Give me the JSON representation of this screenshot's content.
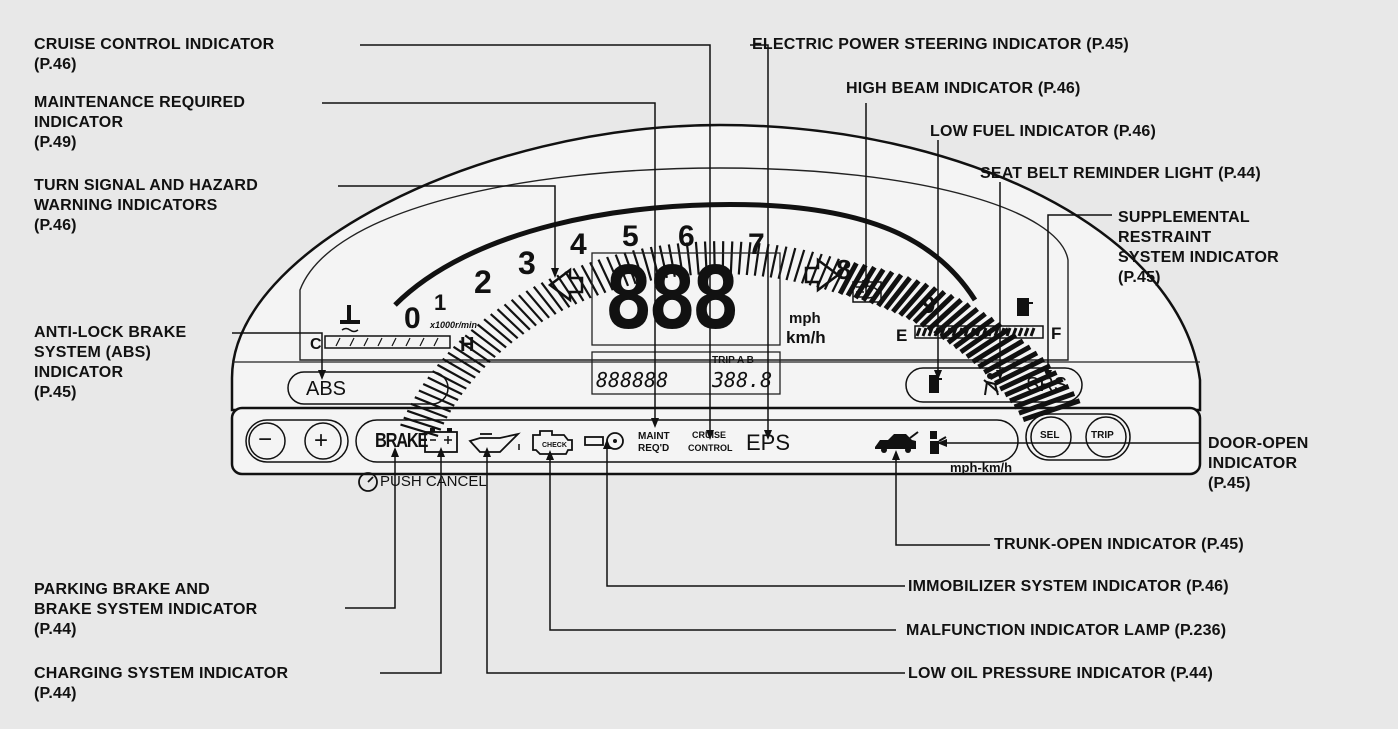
{
  "labels": {
    "cruise": {
      "lines": [
        "CRUISE CONTROL INDICATOR",
        "(P.46)"
      ]
    },
    "maint": {
      "lines": [
        "MAINTENANCE REQUIRED",
        "INDICATOR",
        "(P.49)"
      ]
    },
    "turn": {
      "lines": [
        "TURN SIGNAL AND HAZARD",
        "WARNING INDICATORS",
        "(P.46)"
      ]
    },
    "abs": {
      "lines": [
        "ANTI-LOCK BRAKE",
        "SYSTEM (ABS)",
        "INDICATOR",
        "(P.45)"
      ]
    },
    "eps": {
      "lines": [
        "ELECTRIC POWER STEERING INDICATOR (P.45)"
      ]
    },
    "highbeam": {
      "lines": [
        "HIGH BEAM INDICATOR (P.46)"
      ]
    },
    "lowfuel": {
      "lines": [
        "LOW FUEL INDICATOR (P.46)"
      ]
    },
    "seatbelt": {
      "lines": [
        "SEAT BELT REMINDER LIGHT (P.44)"
      ]
    },
    "srs": {
      "lines": [
        "SUPPLEMENTAL",
        "RESTRAINT",
        "SYSTEM INDICATOR",
        "(P.45)"
      ]
    },
    "door": {
      "lines": [
        "DOOR-OPEN",
        "INDICATOR",
        "(P.45)"
      ]
    },
    "trunk": {
      "lines": [
        "TRUNK-OPEN INDICATOR (P.45)"
      ]
    },
    "immob": {
      "lines": [
        "IMMOBILIZER SYSTEM INDICATOR (P.46)"
      ]
    },
    "malf": {
      "lines": [
        "MALFUNCTION INDICATOR LAMP (P.236)"
      ]
    },
    "oil": {
      "lines": [
        "LOW OIL PRESSURE INDICATOR (P.44)"
      ]
    },
    "parking": {
      "lines": [
        "PARKING BRAKE AND",
        "BRAKE SYSTEM INDICATOR",
        "(P.44)"
      ]
    },
    "charging": {
      "lines": [
        "CHARGING SYSTEM INDICATOR",
        "(P.44)"
      ]
    }
  },
  "panel": {
    "rpm_numbers": [
      "0",
      "1",
      "2",
      "3",
      "4",
      "5",
      "6",
      "7",
      "8",
      "9"
    ],
    "rpm_unit": "x1000r/min",
    "speed_digits": "888",
    "speed_unit_mph": "mph",
    "speed_unit_kmh": "km/h",
    "odometer": "888888",
    "trip": "388.8",
    "trip_label": "TRIP A B",
    "temp_low": "C",
    "temp_high": "H",
    "fuel_empty": "E",
    "fuel_full": "F",
    "abs_text": "ABS",
    "srs_text": "SRS",
    "brake_text": "BRAKE",
    "maint_text_1": "MAINT",
    "maint_text_2": "REQ'D",
    "cruise_text_1": "CRUISE",
    "cruise_text_2": "CONTROL",
    "eps_text": "EPS",
    "push_cancel": "PUSH CANCEL",
    "minus": "−",
    "plus": "+",
    "sel_button": "SEL",
    "trip_button": "TRIP",
    "mph_kmh_toggle": "mph-km/h"
  },
  "colors": {
    "background": "#e8e8e8",
    "panel_face": "#f4f4f4",
    "ink": "#111111"
  }
}
